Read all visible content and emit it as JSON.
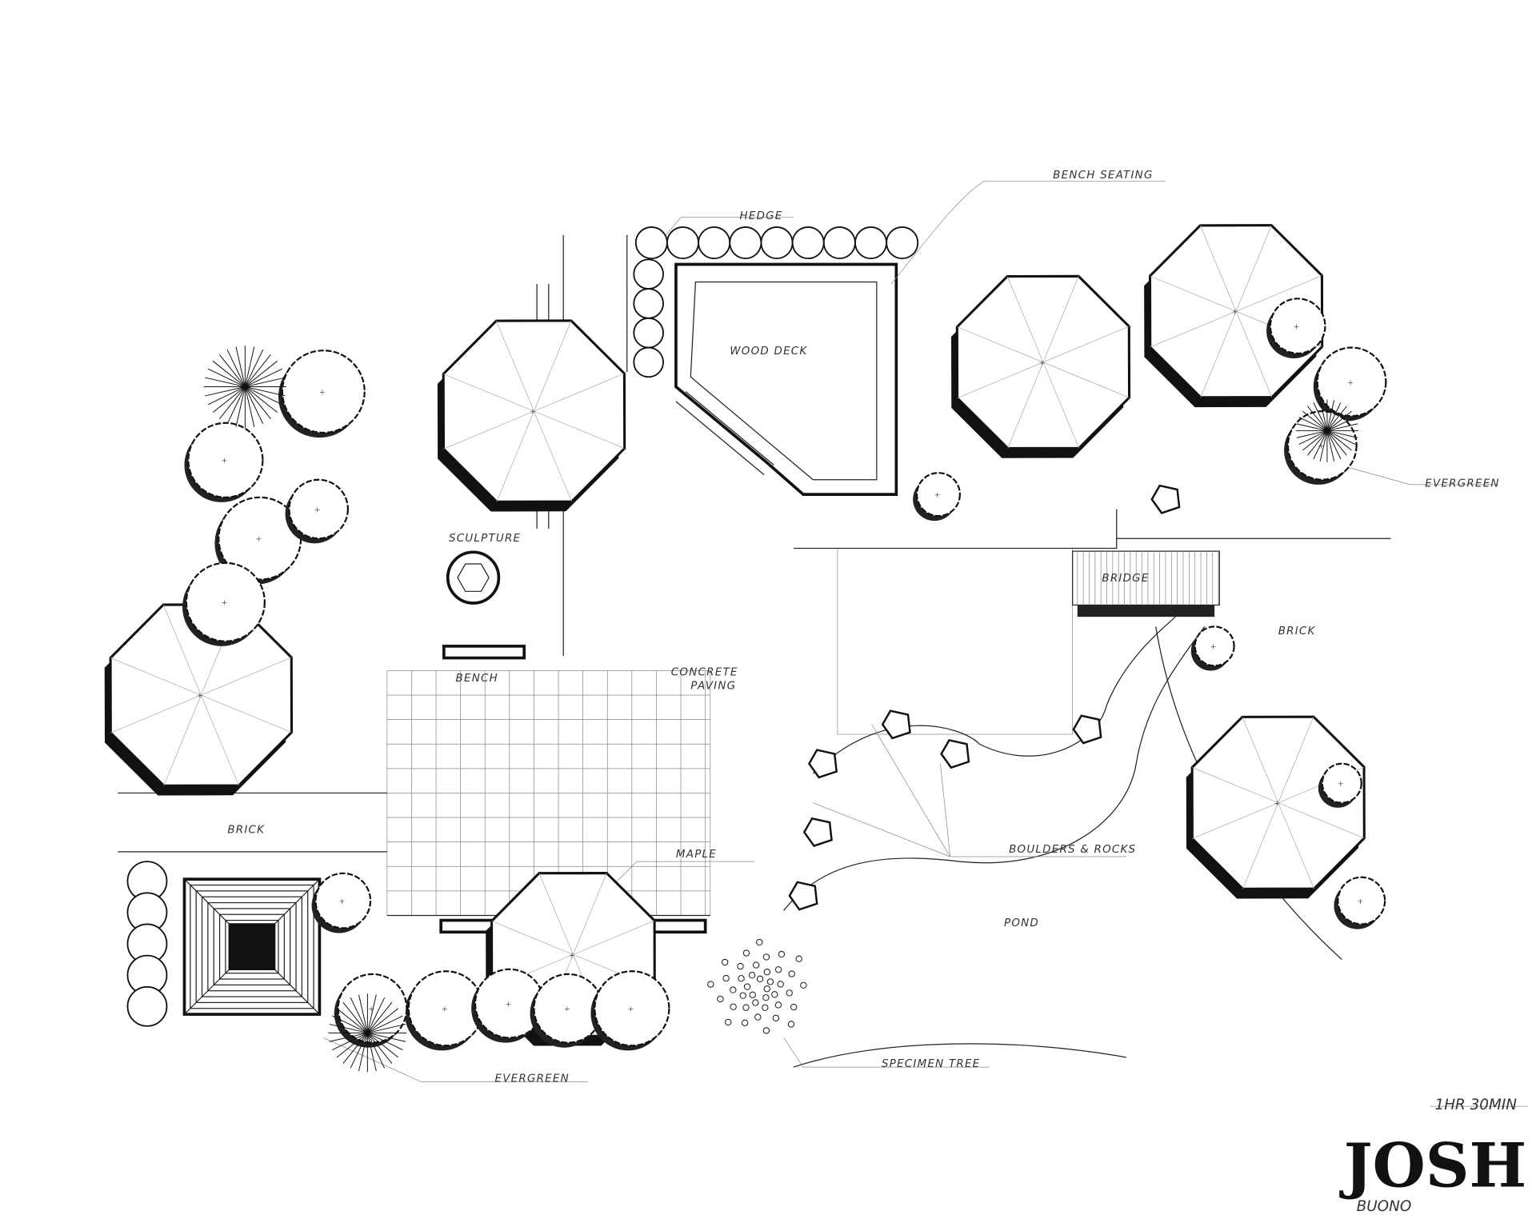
{
  "drawing": {
    "labels": {
      "bench_seating": "BENCH SEATING",
      "hedge": "HEDGE",
      "wood_deck": "WOOD DECK",
      "evergreen_right": "EVERGREEN",
      "sculpture": "SCULPTURE",
      "bridge": "BRIDGE",
      "brick_right": "BRICK",
      "concrete_paving_1": "CONCRETE",
      "concrete_paving_2": "PAVING",
      "bench": "BENCH",
      "brick_left": "BRICK",
      "maple": "MAPLE",
      "boulders_rocks": "BOULDERS & ROCKS",
      "pond": "POND",
      "evergreen_bottom": "EVERGREEN",
      "specimen_tree": "SPECIMEN TREE"
    },
    "signature": {
      "time": "1HR 30MIN",
      "first_name": "JOSH",
      "last_name": "BUONO"
    }
  }
}
